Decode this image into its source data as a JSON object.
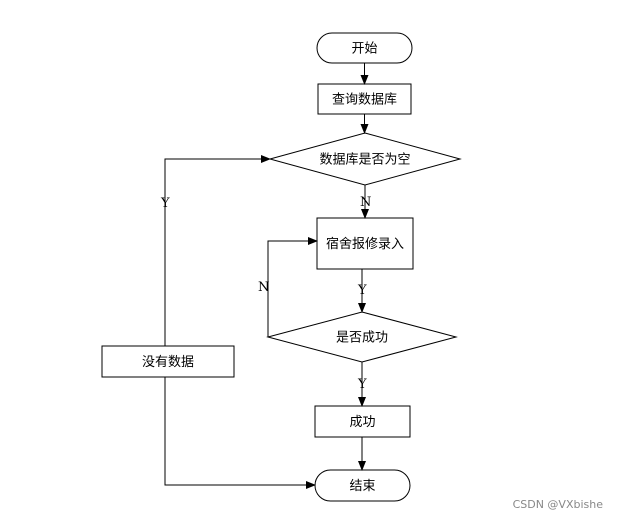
{
  "flowchart": {
    "nodes": {
      "start": "开始",
      "query_db": "查询数据库",
      "db_empty_check": "数据库是否为空",
      "dorm_repair_entry": "宿舍报修录入",
      "success_check": "是否成功",
      "success": "成功",
      "no_data": "没有数据",
      "end": "结束"
    },
    "edge_labels": {
      "db_empty_yes": "Y",
      "db_empty_no": "N",
      "entry_to_check_yes": "Y",
      "retry_no": "N",
      "success_yes": "Y"
    }
  },
  "watermark": "CSDN @VXbishe"
}
